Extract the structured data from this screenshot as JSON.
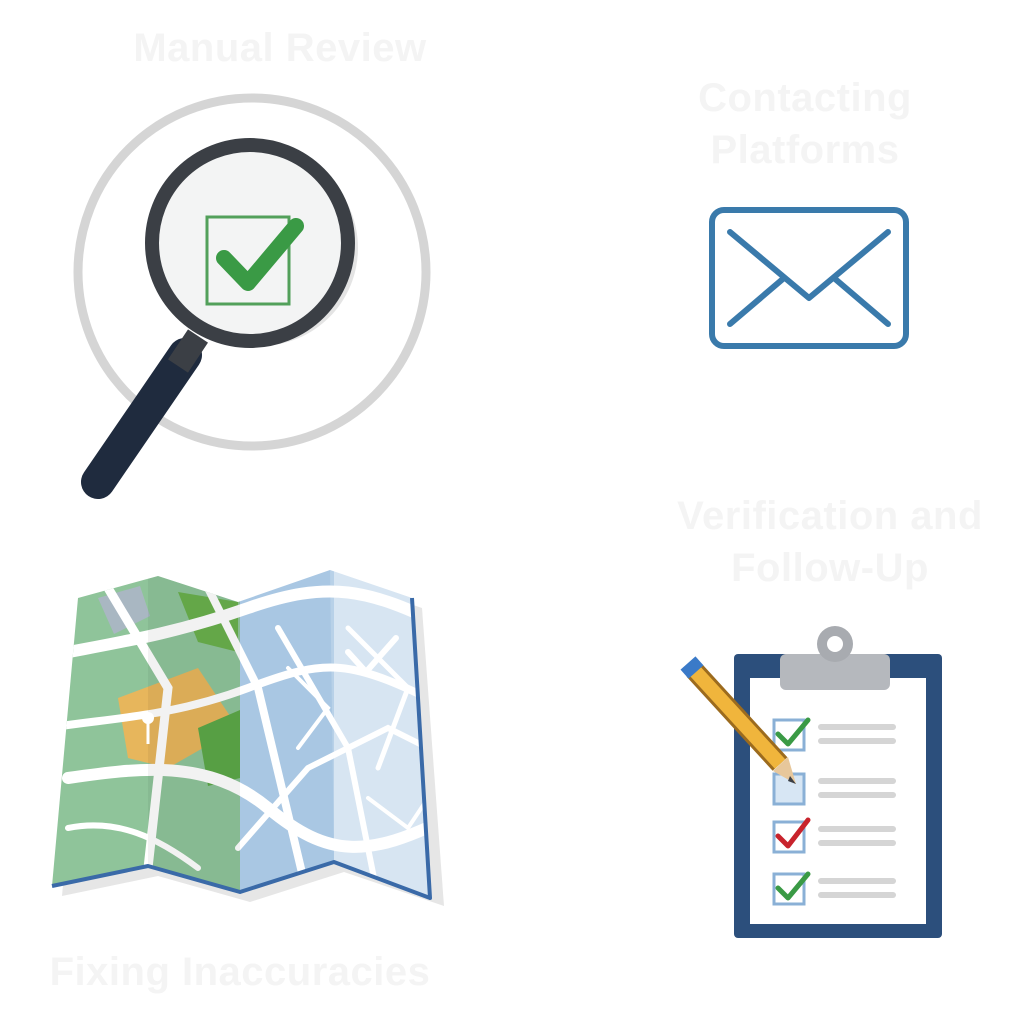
{
  "steps": {
    "manual_review": {
      "label": "Manual Review"
    },
    "contacting_platforms": {
      "line1": "Contacting",
      "line2": "Platforms"
    },
    "verification": {
      "line1": "Verification and",
      "line2": "Follow-Up"
    },
    "fixing": {
      "label": "Fixing Inaccuracies"
    }
  },
  "icons": {
    "manual_review": "magnifier-check-icon",
    "contacting_platforms": "envelope-icon",
    "verification": "clipboard-checklist-icon",
    "fixing": "folded-map-icon"
  },
  "colors": {
    "label_text": "#f4f4f4",
    "check_green": "#3a9a45",
    "check_red": "#c8232c",
    "envelope_blue": "#3a7aab",
    "clipboard_navy": "#2c4f7c",
    "magnifier_dark": "#3b3f45",
    "map_green": "#8fc49a",
    "map_blue": "#a9c7e3",
    "map_orange": "#e7b65c"
  }
}
